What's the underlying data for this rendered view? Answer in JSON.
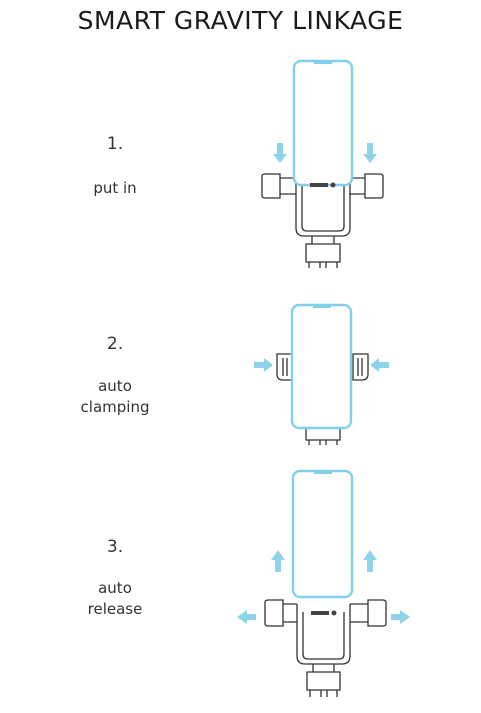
{
  "title": "SMART GRAVITY LINKAGE",
  "steps": [
    {
      "number": "1.",
      "lines": [
        "put in"
      ],
      "action": "put-in"
    },
    {
      "number": "2.",
      "lines": [
        "auto",
        "clamping"
      ],
      "action": "auto-clamping"
    },
    {
      "number": "3.",
      "lines": [
        "auto",
        "release"
      ],
      "action": "auto-release"
    }
  ],
  "colors": {
    "phone_outline": "#7fd0e8",
    "arrow": "#8fd3ea",
    "line_art": "#333333"
  },
  "icons": [
    "arrow-down-icon",
    "arrow-right-icon",
    "arrow-left-icon",
    "arrow-up-icon"
  ]
}
